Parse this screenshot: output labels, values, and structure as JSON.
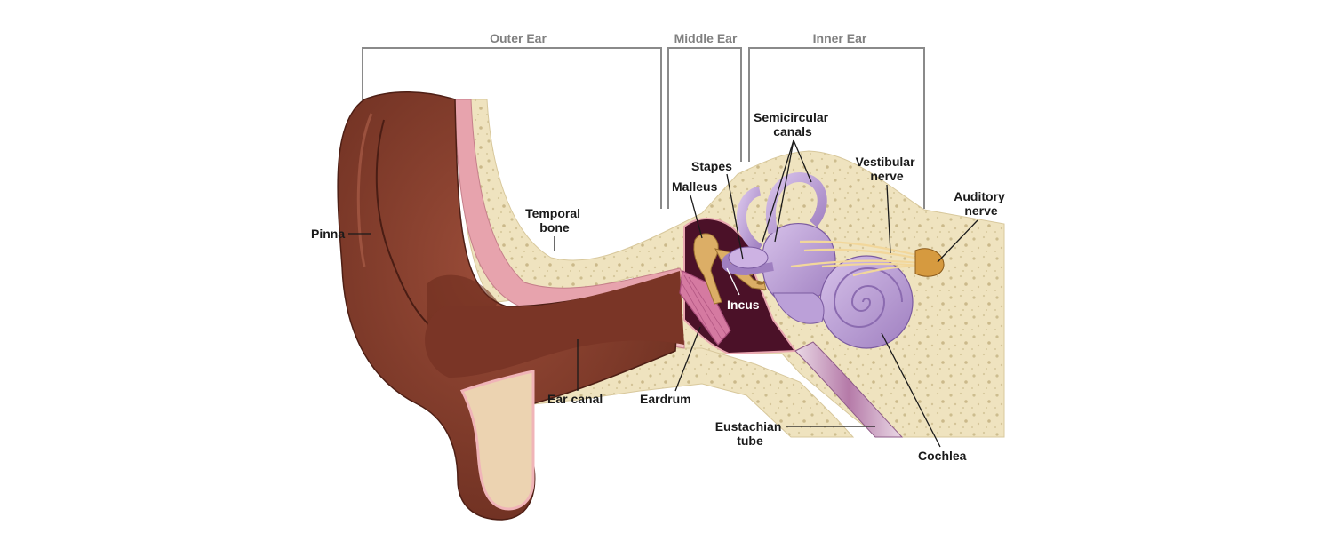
{
  "regions": {
    "outer": "Outer Ear",
    "middle": "Middle Ear",
    "inner": "Inner Ear"
  },
  "labels": {
    "pinna": "Pinna",
    "temporal_bone": [
      "Temporal",
      "bone"
    ],
    "ear_canal": "Ear canal",
    "eardrum": "Eardrum",
    "malleus": "Malleus",
    "stapes": "Stapes",
    "incus": "Incus",
    "semicircular_canals": [
      "Semicircular",
      "canals"
    ],
    "vestibular_nerve": [
      "Vestibular",
      "nerve"
    ],
    "auditory_nerve": [
      "Auditory",
      "nerve"
    ],
    "eustachian_tube": [
      "Eustachian",
      "tube"
    ],
    "cochlea": "Cochlea"
  },
  "colors": {
    "skin": "#7d3a2a",
    "skin_dark": "#5a2418",
    "bone": "#efe3bf",
    "bone_spots": "#cfc092",
    "canal_lining": "#e9a7b1",
    "middle_ear_cavity": "#4a1128",
    "ossicles": "#d9ad6a",
    "eardrum": "#d77aa0",
    "labyrinth": "#b89ad2",
    "nerve": "#f1d79b",
    "tube": "#c4a0c7",
    "bracket": "#8a8a8a"
  }
}
